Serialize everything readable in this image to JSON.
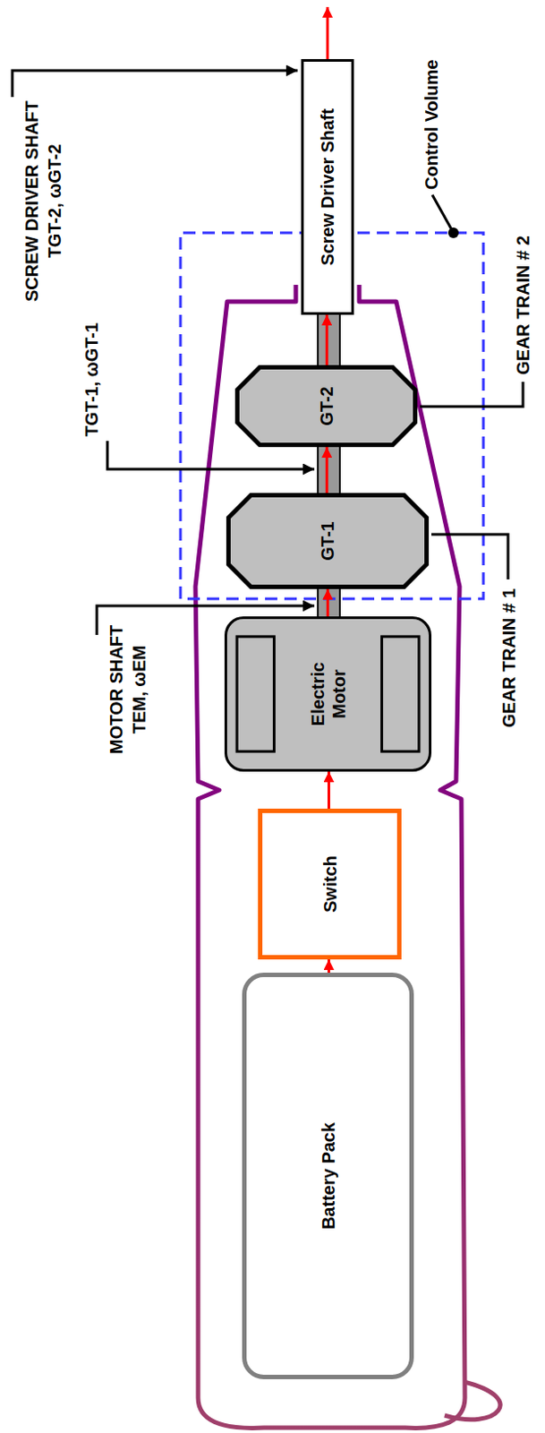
{
  "diagram": {
    "nodes": [
      {
        "text": [
          "Battery Pack"
        ]
      },
      {
        "text": [
          "Switch"
        ]
      },
      {
        "text": [
          "Electric Motor"
        ]
      },
      {
        "text": [
          "GT-1"
        ]
      },
      {
        "text": [
          "GT-2"
        ]
      },
      {
        "text": [
          "Screw Driver Shaft"
        ]
      }
    ],
    "edges": [
      {
        "from": 0,
        "to": 1,
        "arrow": "to"
      },
      {
        "from": 1,
        "to": 2,
        "arrow": "to"
      },
      {
        "from": 2,
        "to": 3,
        "arrow": "to"
      },
      {
        "from": 3,
        "to": 4,
        "arrow": "to"
      },
      {
        "from": 4,
        "to": 5,
        "arrow": "to"
      }
    ],
    "labels": [
      "SCREW DRIVER SHAFT",
      "TGT-2, ωGT-2",
      "TGT-1, ωGT-1",
      "MOTOR SHAFT",
      "TEM, ωEM",
      "Control Volume",
      "GEAR TRAIN # 2",
      "GEAR TRAIN # 1"
    ]
  }
}
